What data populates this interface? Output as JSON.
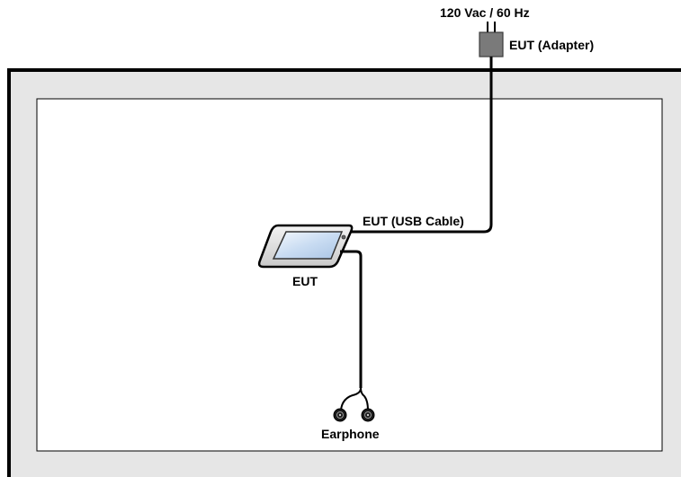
{
  "labels": {
    "power": "120 Vac / 60 Hz",
    "adapter": "EUT (Adapter)",
    "usb_cable": "EUT (USB Cable)",
    "eut": "EUT",
    "earphone": "Earphone"
  },
  "colors": {
    "frame_fill": "#e6e6e6",
    "frame_border": "#000000",
    "inner_fill": "#ffffff",
    "adapter_fill": "#7a7a7a",
    "device_fill": "#e8e8e8",
    "screen_fill": "#dbe9f8",
    "cable": "#000000"
  },
  "icons": {
    "adapter": "power-adapter-icon",
    "device": "tablet-device-icon",
    "earphone": "earphone-icon"
  }
}
